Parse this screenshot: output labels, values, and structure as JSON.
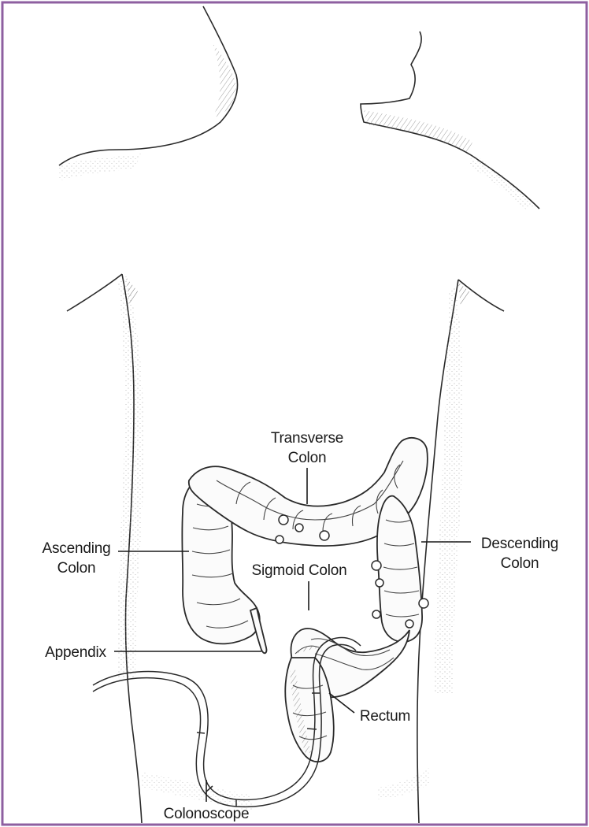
{
  "labels": {
    "transverse_colon": [
      "Transverse",
      "Colon"
    ],
    "ascending_colon": [
      "Ascending",
      "Colon"
    ],
    "descending_colon": [
      "Descending",
      "Colon"
    ],
    "sigmoid_colon": "Sigmoid Colon",
    "appendix": "Appendix",
    "rectum": "Rectum",
    "colonoscope": "Colonoscope"
  },
  "colors": {
    "frame_border": "#8e5fa0",
    "ink": "#1a1a1a",
    "background": "#ffffff"
  }
}
